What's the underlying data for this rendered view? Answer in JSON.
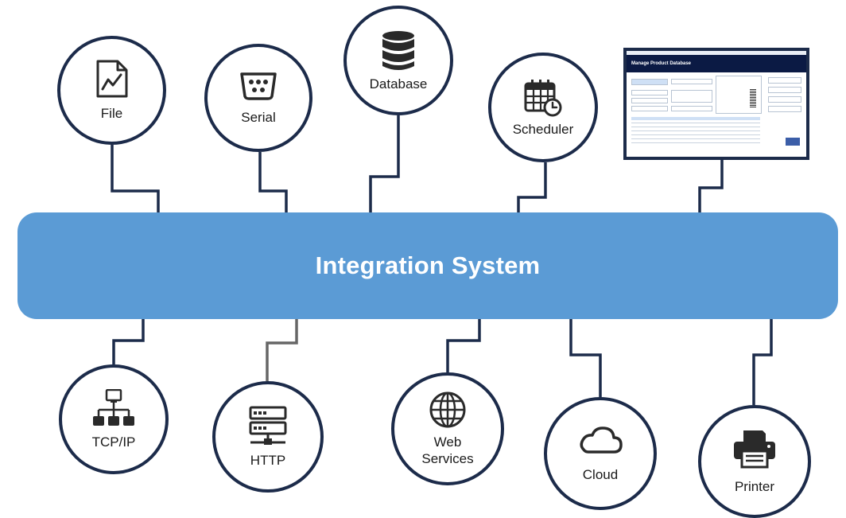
{
  "center": {
    "label": "Integration System"
  },
  "nodes": {
    "file": {
      "label": "File",
      "icon": "file-chart-icon"
    },
    "serial": {
      "label": "Serial",
      "icon": "serial-port-icon"
    },
    "database": {
      "label": "Database",
      "icon": "database-icon"
    },
    "scheduler": {
      "label": "Scheduler",
      "icon": "calendar-clock-icon"
    },
    "tcpip": {
      "label": "TCP/IP",
      "icon": "network-icon"
    },
    "http": {
      "label": "HTTP",
      "icon": "server-icon"
    },
    "web": {
      "label": "Web\nServices",
      "icon": "globe-icon"
    },
    "cloud": {
      "label": "Cloud",
      "icon": "cloud-icon"
    },
    "printer": {
      "label": "Printer",
      "icon": "printer-icon"
    }
  },
  "screenshot": {
    "title": "Manage Product Database",
    "icon": "app-window-screenshot"
  },
  "colors": {
    "band": "#5b9bd5",
    "node_border": "#1c2b4a",
    "connector": "#1c2b4a",
    "connector_gray": "#666666",
    "icon": "#2a2a2a"
  }
}
